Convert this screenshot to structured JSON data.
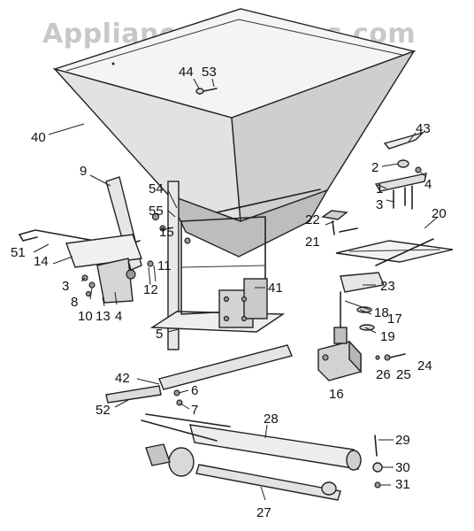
{
  "watermark": "AppliancePartsPros.com",
  "labels": {
    "p40": "40",
    "p44": "44",
    "p53": "53",
    "p43": "43",
    "p2": "2",
    "p4a": "4",
    "p1": "1",
    "p3a": "3",
    "p20": "20",
    "p9": "9",
    "p54": "54",
    "p55": "55",
    "p15": "15",
    "p22": "22",
    "p21": "21",
    "p51": "51",
    "p14": "14",
    "p11": "11",
    "p41": "41",
    "p3b": "3",
    "p12": "12",
    "p23": "23",
    "p8": "8",
    "p10": "10",
    "p13": "13",
    "p4b": "4",
    "p18": "18",
    "p17": "17",
    "p5": "5",
    "p19": "19",
    "p42": "42",
    "p26": "26",
    "p25": "25",
    "p24": "24",
    "p6": "6",
    "p16": "16",
    "p52": "52",
    "p7": "7",
    "p28": "28",
    "p29": "29",
    "p30": "30",
    "p31": "31",
    "p27": "27"
  }
}
